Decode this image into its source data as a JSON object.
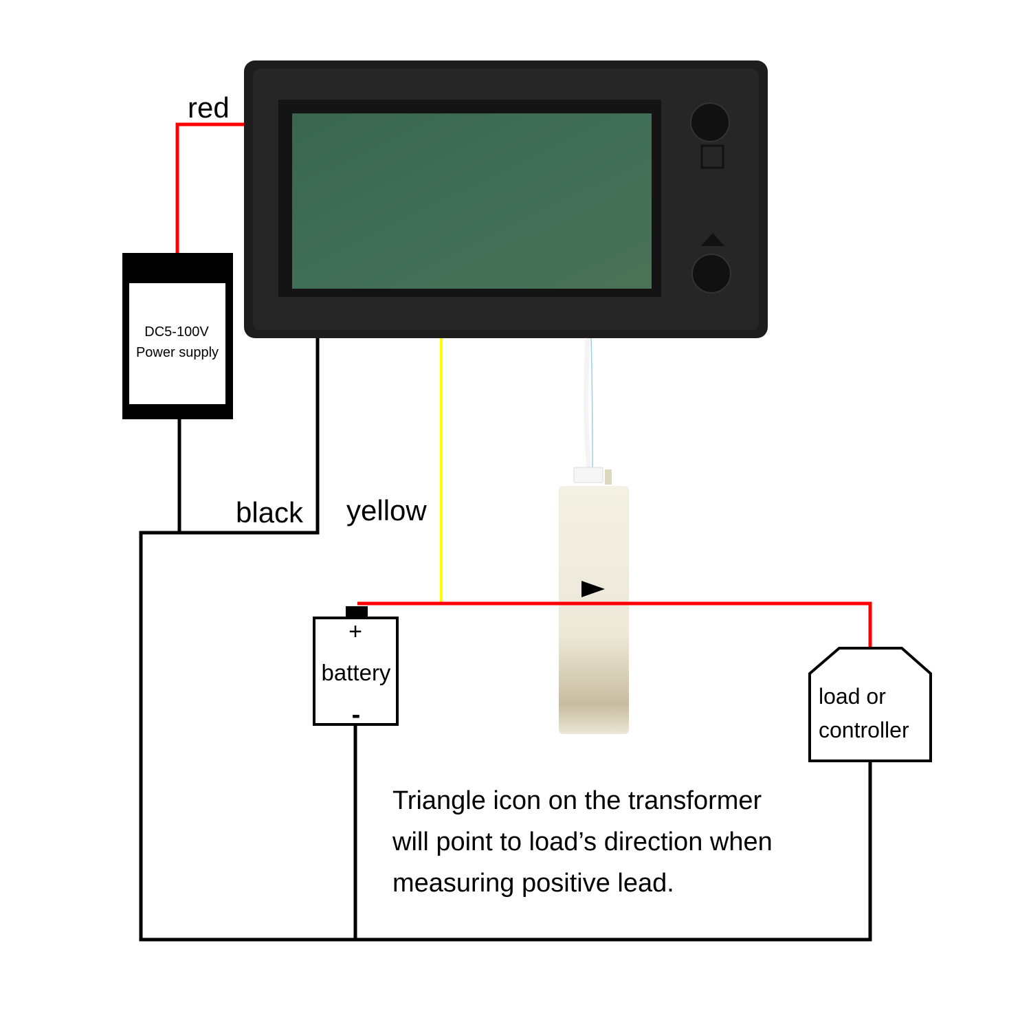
{
  "title": "Wiring diagram",
  "labels": {
    "red_wire": "red",
    "black_wire": "black",
    "yellow_wire": "yellow"
  },
  "power_supply": {
    "line1": "DC5-100V",
    "line2": "Power supply"
  },
  "battery": {
    "plus": "+",
    "label": "battery",
    "minus": "-"
  },
  "load": {
    "line1": "load or",
    "line2": "controller"
  },
  "note": {
    "line1": "Triangle icon on the transformer",
    "line2": "will point to load’s direction when",
    "line3": "measuring positive lead."
  },
  "colors": {
    "red": "#ff0000",
    "yellow": "#ffff00",
    "black": "#000000",
    "lcd": "#3d6a55",
    "sensor": "#f0ece0"
  },
  "icons": [
    "set-square-icon",
    "up-triangle-icon",
    "direction-triangle-icon"
  ]
}
